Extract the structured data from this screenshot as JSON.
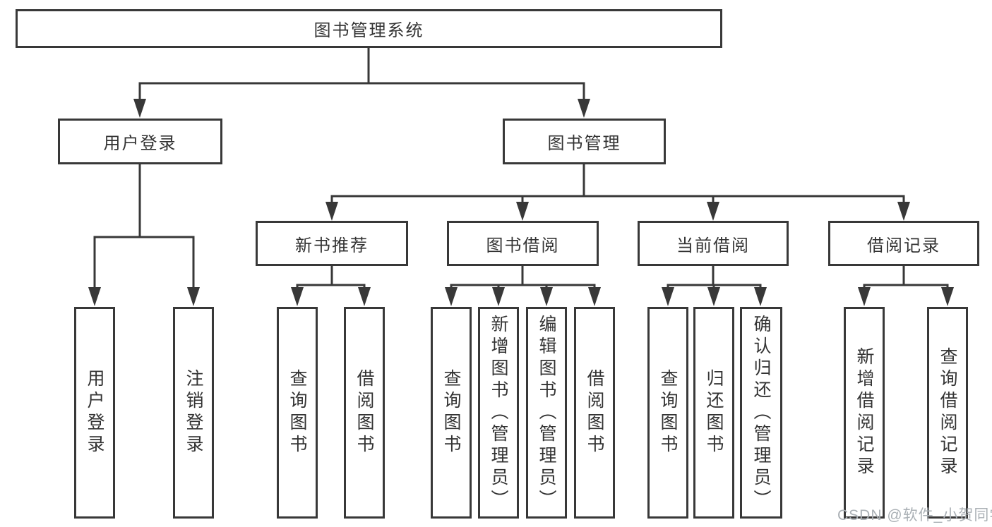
{
  "tree": {
    "label": "图书管理系统",
    "children": [
      {
        "label": "用户登录",
        "children": [
          {
            "label": "用户登录"
          },
          {
            "label": "注销登录"
          }
        ]
      },
      {
        "label": "图书管理",
        "children": [
          {
            "label": "新书推荐",
            "children": [
              {
                "label": "查询图书"
              },
              {
                "label": "借阅图书"
              }
            ]
          },
          {
            "label": "图书借阅",
            "children": [
              {
                "label": "查询图书"
              },
              {
                "label": "新增图书（管理员）"
              },
              {
                "label": "编辑图书（管理员）"
              },
              {
                "label": "借阅图书"
              }
            ]
          },
          {
            "label": "当前借阅",
            "children": [
              {
                "label": "查询图书"
              },
              {
                "label": "归还图书"
              },
              {
                "label": "确认归还（管理员）"
              }
            ]
          },
          {
            "label": "借阅记录",
            "children": [
              {
                "label": "新增借阅记录"
              },
              {
                "label": "查询借阅记录"
              }
            ]
          }
        ]
      }
    ]
  },
  "watermark": {
    "text": "CSDN @软件_小贺同学"
  },
  "colors": {
    "line": "#383838",
    "box_border": "#383838",
    "text": "#333333",
    "watermark": "#aab0b5",
    "background": "#ffffff"
  }
}
